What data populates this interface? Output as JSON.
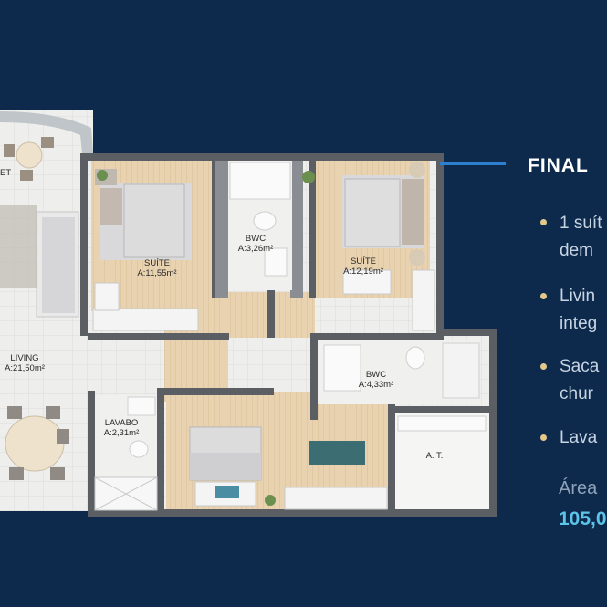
{
  "floorplan": {
    "rooms": [
      {
        "key": "gourmet",
        "name": "ET",
        "area": ""
      },
      {
        "key": "suite1",
        "name": "SUÍTE",
        "area": "A:11,55m²"
      },
      {
        "key": "bwc1",
        "name": "BWC",
        "area": "A:3,26m²"
      },
      {
        "key": "suite2",
        "name": "SUÍTE",
        "area": "A:12,19m²"
      },
      {
        "key": "living",
        "name": "LIVING",
        "area": "A:21,50m²"
      },
      {
        "key": "bwc2",
        "name": "BWC",
        "area": "A:4,33m²"
      },
      {
        "key": "lavabo",
        "name": "LAVABO",
        "area": "A:2,31m²"
      },
      {
        "key": "at",
        "name": "A. T.",
        "area": ""
      }
    ]
  },
  "panel": {
    "title": "FINAL",
    "features": [
      {
        "line1": "1 suít",
        "line2": "dem"
      },
      {
        "line1": "Livin",
        "line2": "integ"
      },
      {
        "line1": "Saca",
        "line2": "chur"
      },
      {
        "line1": "Lava",
        "line2": ""
      }
    ],
    "area_label": "Área",
    "area_value": "105,0"
  },
  "colors": {
    "background": "#0d2a4d",
    "accent_line": "#2f7fd0",
    "bullet": "#e2c98a",
    "area_value": "#5bc4e8"
  }
}
